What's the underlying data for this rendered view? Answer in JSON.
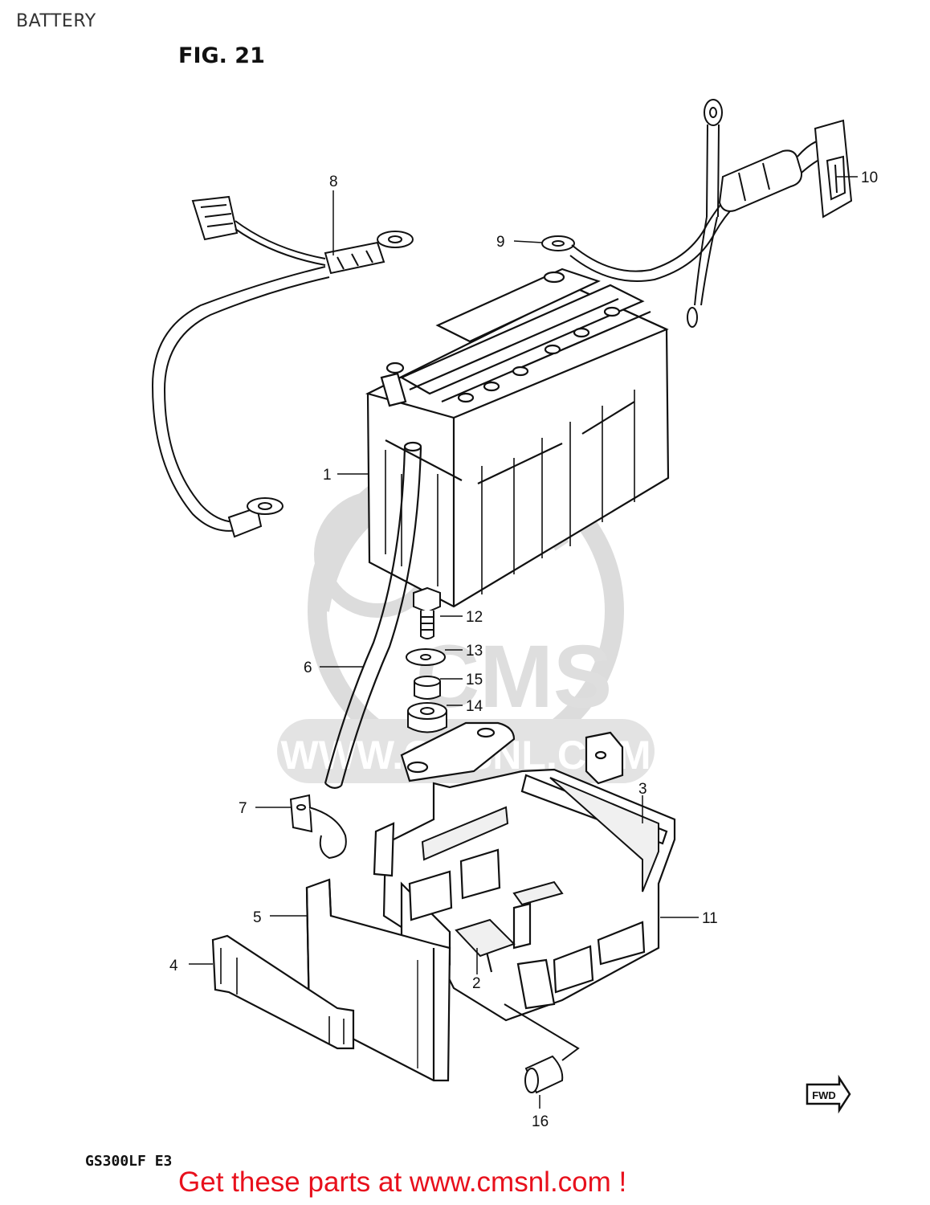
{
  "header": {
    "title": "BATTERY",
    "figure": "FIG. 21"
  },
  "watermark": {
    "logo_text": "CMS",
    "url_text": "WWW.CMSNL.COM"
  },
  "callouts": [
    {
      "number": "1"
    },
    {
      "number": "2"
    },
    {
      "number": "3"
    },
    {
      "number": "4"
    },
    {
      "number": "5"
    },
    {
      "number": "6"
    },
    {
      "number": "7"
    },
    {
      "number": "8"
    },
    {
      "number": "9"
    },
    {
      "number": "10"
    },
    {
      "number": "11"
    },
    {
      "number": "12"
    },
    {
      "number": "13"
    },
    {
      "number": "14"
    },
    {
      "number": "15"
    },
    {
      "number": "16"
    }
  ],
  "direction_marker": {
    "label": "FWD"
  },
  "footer": {
    "model": "GS300LF E3",
    "promo": "Get these parts at www.cmsnl.com !"
  },
  "colors": {
    "line": "#111111",
    "promo": "#e8101c",
    "watermark": "#dcdcdc"
  }
}
